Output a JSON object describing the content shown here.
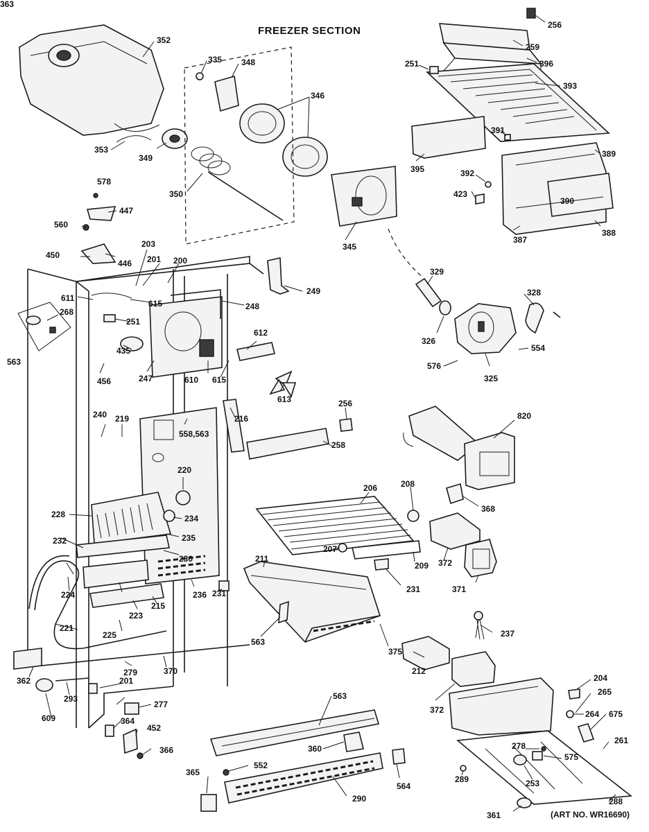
{
  "title": "FREEZER SECTION",
  "art_number": "(ART NO. WR16690)",
  "callouts": [
    "352",
    "335",
    "348",
    "346",
    "256",
    "259",
    "396",
    "251",
    "393",
    "353",
    "349",
    "350",
    "391",
    "389",
    "395",
    "392",
    "423",
    "390",
    "388",
    "387",
    "345",
    "578",
    "447",
    "560",
    "450",
    "446",
    "203",
    "201",
    "200",
    "249",
    "329",
    "328",
    "611",
    "615",
    "248",
    "268",
    "251",
    "326",
    "554",
    "576",
    "325",
    "435",
    "456",
    "247",
    "610",
    "615",
    "612",
    "563",
    "613",
    "256",
    "820",
    "240",
    "219",
    "216",
    "558,563",
    "258",
    "220",
    "206",
    "208",
    "368",
    "228",
    "234",
    "232",
    "235",
    "230",
    "207",
    "372",
    "209",
    "211",
    "231",
    "371",
    "224",
    "231",
    "236",
    "215",
    "223",
    "221",
    "225",
    "563",
    "237",
    "375",
    "212",
    "372",
    "370",
    "204",
    "362",
    "279",
    "201",
    "293",
    "265",
    "563",
    "277",
    "609",
    "264",
    "675",
    "364",
    "452",
    "261",
    "360",
    "278",
    "575",
    "366",
    "552",
    "564",
    "289",
    "253",
    "365",
    "290",
    "288",
    "361",
    "363"
  ]
}
